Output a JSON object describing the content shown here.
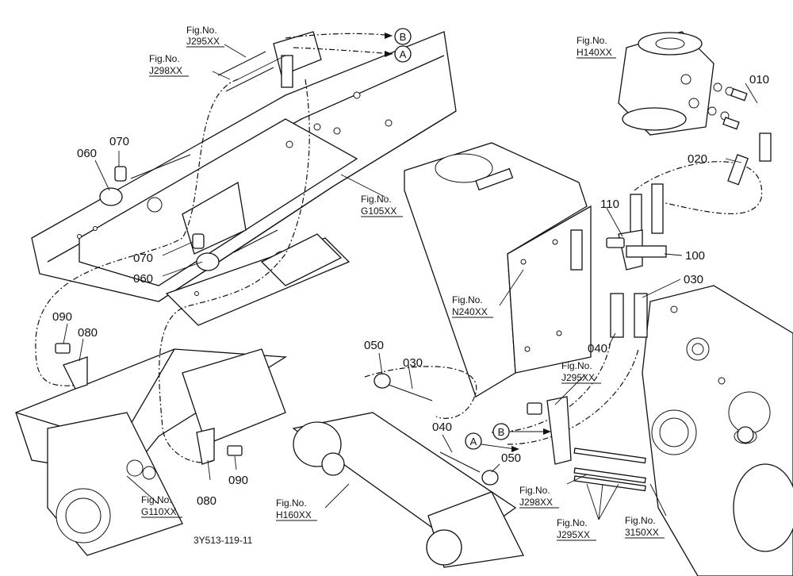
{
  "parts": [
    {
      "id": "010",
      "label": "010"
    },
    {
      "id": "020",
      "label": "020"
    },
    {
      "id": "030a",
      "label": "030"
    },
    {
      "id": "030b",
      "label": "030"
    },
    {
      "id": "040a",
      "label": "040"
    },
    {
      "id": "040b",
      "label": "040"
    },
    {
      "id": "050a",
      "label": "050"
    },
    {
      "id": "050b",
      "label": "050"
    },
    {
      "id": "060a",
      "label": "060"
    },
    {
      "id": "060b",
      "label": "060"
    },
    {
      "id": "070a",
      "label": "070"
    },
    {
      "id": "070b",
      "label": "070"
    },
    {
      "id": "080a",
      "label": "080"
    },
    {
      "id": "080b",
      "label": "080"
    },
    {
      "id": "090a",
      "label": "090"
    },
    {
      "id": "090b",
      "label": "090"
    },
    {
      "id": "100",
      "label": "100"
    },
    {
      "id": "110",
      "label": "110"
    }
  ],
  "figure_refs": [
    {
      "line1": "Fig.No.",
      "line2": "J295XX"
    },
    {
      "line1": "Fig.No.",
      "line2": "J298XX"
    },
    {
      "line1": "Fig.No.",
      "line2": "H140XX"
    },
    {
      "line1": "Fig.No.",
      "line2": "G105XX"
    },
    {
      "line1": "Fig.No.",
      "line2": "N240XX"
    },
    {
      "line1": "Fig.No.",
      "line2": "J295XX"
    },
    {
      "line1": "Fig.No.",
      "line2": "J298XX"
    },
    {
      "line1": "Fig.No.",
      "line2": "J295XX"
    },
    {
      "line1": "Fig.No.",
      "line2": "3150XX"
    },
    {
      "line1": "Fig.No.",
      "line2": "H160XX"
    },
    {
      "line1": "Fig.No.",
      "line2": "G110XX"
    }
  ],
  "markers": {
    "a": "A",
    "b": "B"
  },
  "drawing_code": "3Y513-119-11"
}
